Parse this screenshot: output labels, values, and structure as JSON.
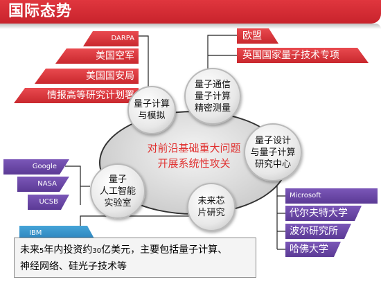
{
  "header": {
    "title": "国际态势"
  },
  "center": {
    "line1": "对前沿基础重大问题",
    "line2": "开展系统性攻关"
  },
  "nodes": {
    "quantum_computing_sim": "量子计算\n与模拟",
    "quantum_comm": "量子通信\n量子计算\n精密测量",
    "quantum_design_center": "量子设计\n与量子计算\n研究中心",
    "quantum_ai_lab": "量子\n人工智能\n实验室",
    "future_chip": "未来芯\n片研究"
  },
  "left_top_banners": [
    "DARPA",
    "美国空军",
    "美国国安局",
    "情报高等研究计划署"
  ],
  "right_top_banners": [
    "欧盟",
    "英国国家量子技术专项"
  ],
  "left_mid_banners": [
    "Google",
    "NASA",
    "UCSB"
  ],
  "right_bottom_banners": [
    "Microsoft",
    "代尔夫特大学",
    "波尔研究所",
    "哈佛大学"
  ],
  "ibm": {
    "label": "IBM",
    "text_pre": "未来",
    "text_num1": "5",
    "text_mid1": "年内投资约",
    "text_num2": "30",
    "text_mid2": "亿美元，主要包括量子计算、",
    "text_line2": "神经网络、硅光子技术等"
  },
  "colors": {
    "red": "#d52f35",
    "purple": "#6a48a8",
    "blue": "#3593cc",
    "center_text": "#e0302f"
  }
}
